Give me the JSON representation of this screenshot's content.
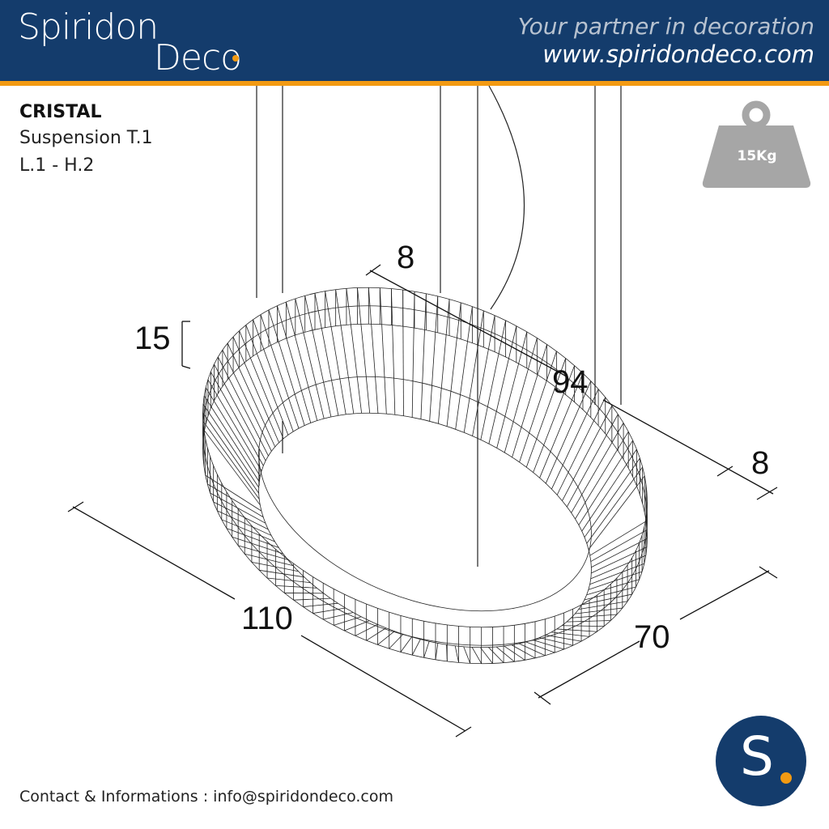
{
  "header": {
    "logo_line1": "Spiridon",
    "logo_line2": "Deco",
    "tagline": "Your partner in decoration",
    "website": "www.spiridondeco.com"
  },
  "product": {
    "name": "CRISTAL",
    "type": "Suspension T.1",
    "code": "L.1 - H.2",
    "weight": "15Kg"
  },
  "dimensions": {
    "length": "110",
    "width": "70",
    "height": "15",
    "inner_diameter": "94",
    "ring_width_top": "8",
    "ring_width_side": "8"
  },
  "footer": {
    "contact": "Contact & Informations : info@spiridondeco.com",
    "badge_letter": "S"
  },
  "colors": {
    "brand_blue": "#143c6c",
    "accent_orange": "#f39a12",
    "weight_gray": "#a6a6a6"
  }
}
